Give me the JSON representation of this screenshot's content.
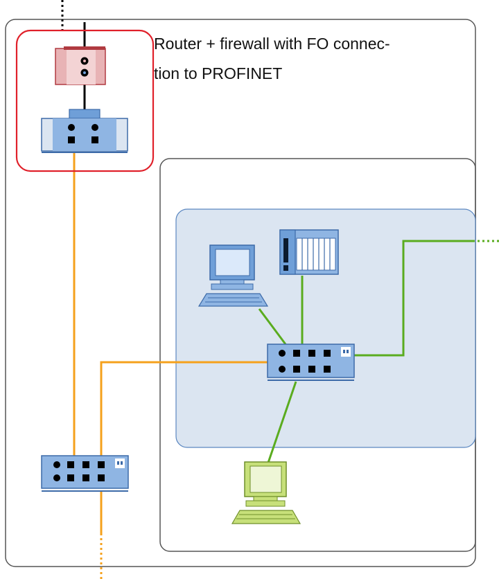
{
  "caption": {
    "line1": "Router + firewall with FO connec-",
    "line2": "tion to PROFINET"
  },
  "colors": {
    "frame": "#555555",
    "highlight": "#e0202a",
    "cell_fill": "#dbe5f1",
    "cell_border": "#5b87c0",
    "device_blue": "#6f9fd8",
    "link_orange": "#f5a11c",
    "link_green": "#5aac1f",
    "link_black": "#000000",
    "router_fill": "#e8b3b5"
  },
  "nodes": [
    {
      "id": "router-firewall",
      "icon": "router-firewall-icon"
    },
    {
      "id": "fo-converter",
      "icon": "media-converter-icon"
    },
    {
      "id": "main-switch",
      "icon": "switch-icon"
    },
    {
      "id": "cell-switch",
      "icon": "switch-icon"
    },
    {
      "id": "cell-pc",
      "icon": "computer-icon"
    },
    {
      "id": "cell-plc",
      "icon": "plc-icon"
    },
    {
      "id": "external-pc",
      "icon": "computer-icon"
    }
  ],
  "links": [
    {
      "from": "external",
      "to": "router-firewall",
      "type": "dotted",
      "color": "black"
    },
    {
      "from": "router-firewall",
      "to": "fo-converter",
      "type": "solid",
      "color": "black"
    },
    {
      "from": "fo-converter",
      "to": "main-switch",
      "type": "solid",
      "color": "orange"
    },
    {
      "from": "main-switch",
      "to": "cell-switch",
      "type": "solid",
      "color": "orange"
    },
    {
      "from": "main-switch",
      "to": "external",
      "type": "dotted",
      "color": "orange"
    },
    {
      "from": "cell-switch",
      "to": "cell-pc",
      "type": "solid",
      "color": "green"
    },
    {
      "from": "cell-switch",
      "to": "cell-plc",
      "type": "solid",
      "color": "green"
    },
    {
      "from": "cell-switch",
      "to": "external-pc",
      "type": "solid",
      "color": "green"
    },
    {
      "from": "cell-switch",
      "to": "external",
      "type": "dotted",
      "color": "green"
    }
  ]
}
